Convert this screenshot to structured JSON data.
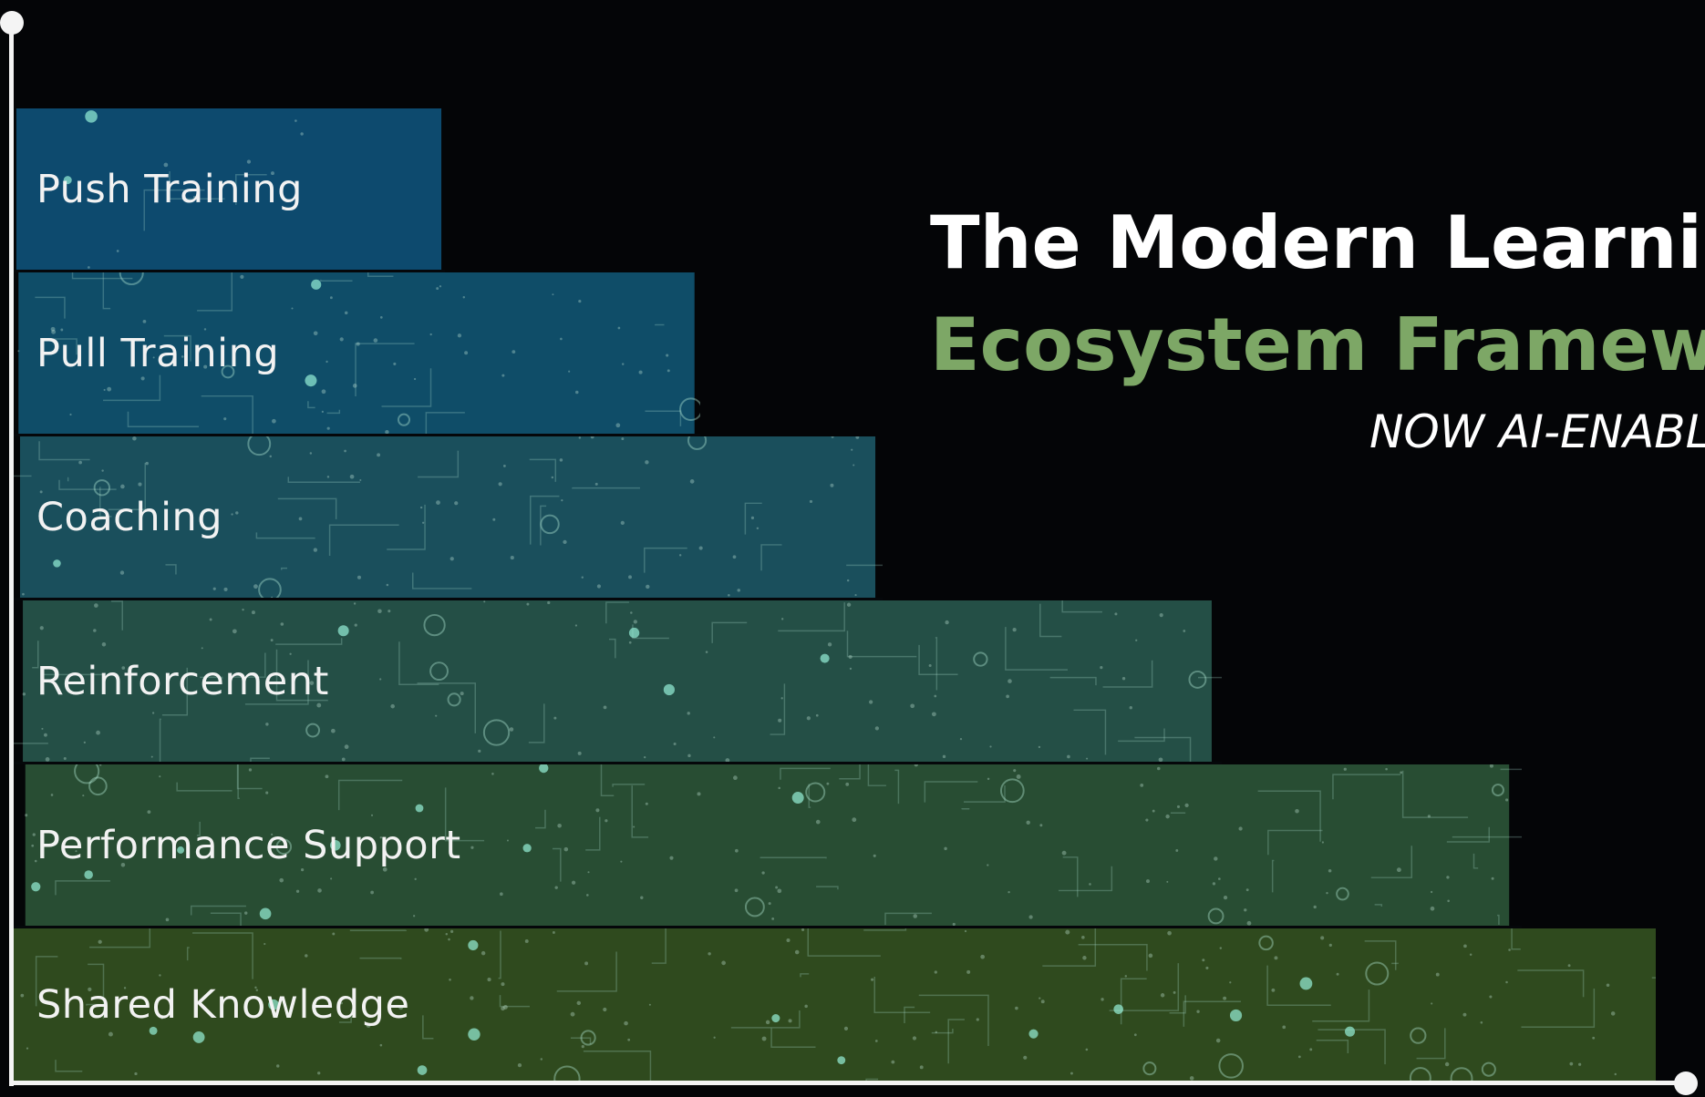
{
  "title": {
    "line1": "The Modern Learning",
    "line2": "Ecosystem Framework",
    "line3": "NOW AI-ENABLED"
  },
  "steps": [
    {
      "label": "Push Training",
      "color": "#0d4a6e"
    },
    {
      "label": "Pull Training",
      "color": "#0f4d68"
    },
    {
      "label": "Coaching",
      "color": "#1a4f5c"
    },
    {
      "label": "Reinforcement",
      "color": "#244f46"
    },
    {
      "label": "Performance Support",
      "color": "#284d33"
    },
    {
      "label": "Shared Knowledge",
      "color": "#2f4a1e"
    }
  ],
  "colors": {
    "background": "#040507",
    "title_accent": "#7da766",
    "axis": "#f4f4f4"
  }
}
